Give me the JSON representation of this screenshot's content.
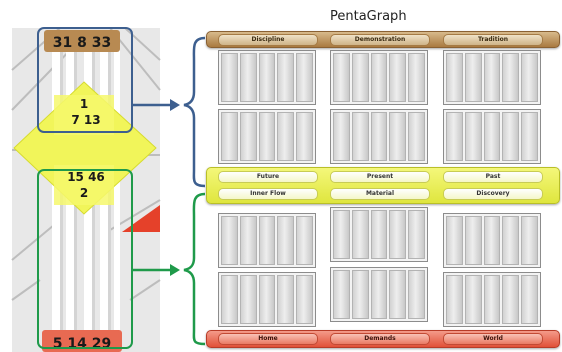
{
  "title": "PentaGraph",
  "left_diagram": {
    "top_numbers": "31 8 33",
    "diamond_top_line1": "1",
    "diamond_top_line2": "7 13",
    "diamond_bottom_line1": "15 46",
    "diamond_bottom_line2": "2",
    "bottom_numbers": "5 14 29"
  },
  "bands": {
    "top": [
      "Discipline",
      "Demonstration",
      "Tradition"
    ],
    "middle_row1": [
      "Future",
      "Present",
      "Past"
    ],
    "middle_row2": [
      "Inner Flow",
      "Material",
      "Discovery"
    ],
    "bottom": [
      "Home",
      "Demands",
      "World"
    ]
  },
  "colors": {
    "bracket_top": "#3d5f8f",
    "bracket_bottom": "#1f9a4a",
    "band_top": "#b88a52",
    "band_middle": "#eef061",
    "band_bottom": "#e25a42"
  }
}
